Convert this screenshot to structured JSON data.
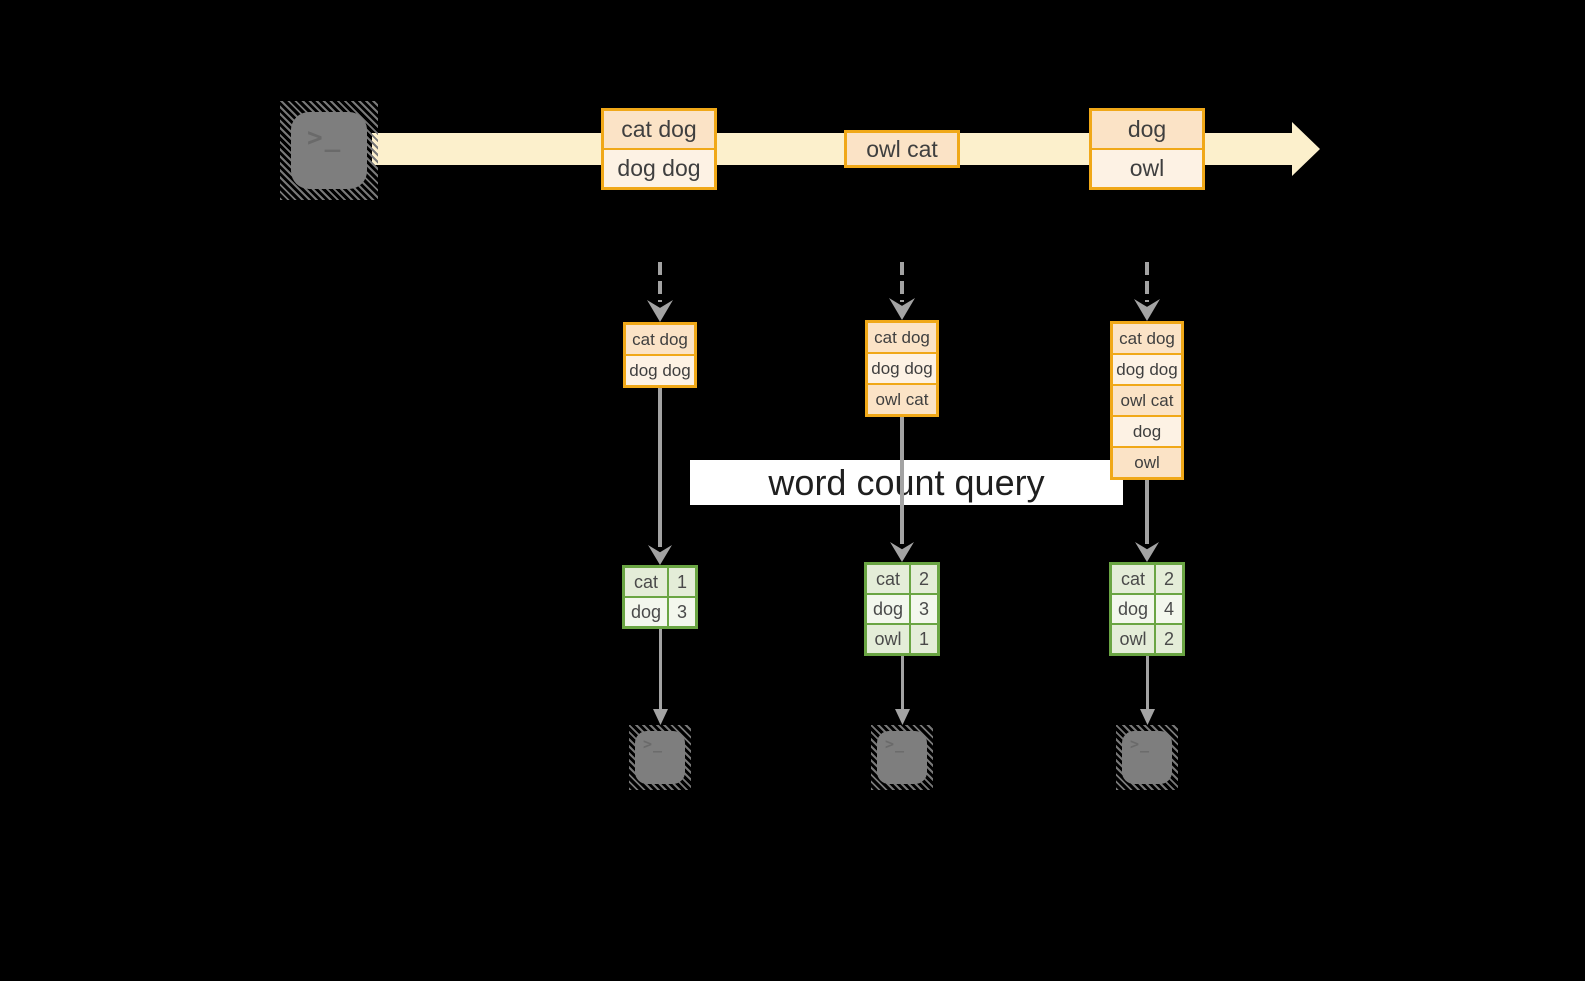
{
  "colors": {
    "accent_orange": "#f0a818",
    "fill_peach": "#fbe3c6",
    "fill_cream": "#fdf2e4",
    "stream_band": "#fcf0cc",
    "accent_green": "#6aa543",
    "fill_green": "#e4edd8",
    "fill_green_light": "#f3f7ed",
    "arrow_gray": "#a3a3a3",
    "terminal_gray": "#7e7e7e",
    "background": "#000000"
  },
  "terminal_glyph": ">_",
  "stream": {
    "batches": [
      {
        "rows": [
          "cat dog",
          "dog dog"
        ]
      },
      {
        "rows": [
          "owl cat"
        ]
      },
      {
        "rows": [
          "dog",
          "owl"
        ]
      }
    ]
  },
  "states": [
    {
      "rows": [
        "cat dog",
        "dog dog"
      ]
    },
    {
      "rows": [
        "cat dog",
        "dog dog",
        "owl cat"
      ]
    },
    {
      "rows": [
        "cat dog",
        "dog dog",
        "owl cat",
        "dog",
        "owl"
      ]
    }
  ],
  "query": {
    "label": "word count query"
  },
  "results": [
    {
      "rows": [
        [
          "cat",
          "1"
        ],
        [
          "dog",
          "3"
        ]
      ]
    },
    {
      "rows": [
        [
          "cat",
          "2"
        ],
        [
          "dog",
          "3"
        ],
        [
          "owl",
          "1"
        ]
      ]
    },
    {
      "rows": [
        [
          "cat",
          "2"
        ],
        [
          "dog",
          "4"
        ],
        [
          "owl",
          "2"
        ]
      ]
    }
  ]
}
